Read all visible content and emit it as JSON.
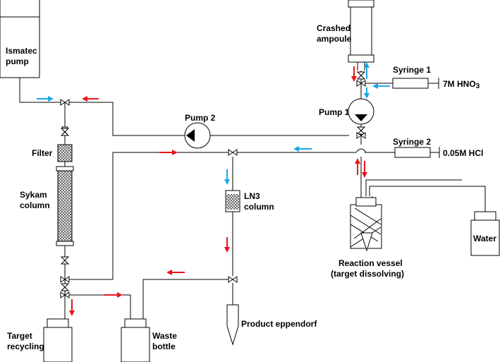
{
  "labels": {
    "ismatec_line1": "Ismatec",
    "ismatec_line2": "pump",
    "crashed_line1": "Crashed",
    "crashed_line2": "ampoule",
    "syringe1": "Syringe 1",
    "hno3": "7M HNO",
    "hno3_sub": "3",
    "pump1": "Pump 1",
    "pump2": "Pump 2",
    "syringe2": "Syringe 2",
    "hcl": "0.05M HCl",
    "filter": "Filter",
    "sykam_line1": "Sykam",
    "sykam_line2": "column",
    "ln3_line1": "LN3",
    "ln3_line2": "column",
    "reaction_line1": "Reaction vessel",
    "reaction_line2": "(target dissolving)",
    "water": "Water",
    "product": "Product eppendorf",
    "target_line1": "Target",
    "target_line2": "recycling",
    "waste_line1": "Waste",
    "waste_line2": "bottle"
  },
  "colors": {
    "line": "#000000",
    "arrow_red": "#e8141c",
    "arrow_blue": "#1aa6e6",
    "column_fill": "#b9b9b9"
  }
}
